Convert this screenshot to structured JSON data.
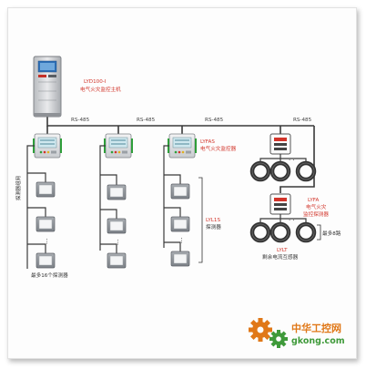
{
  "host": {
    "model": "LYD100-I",
    "name": "电气火灾监控主机"
  },
  "bus_labels": [
    "RS-485",
    "RS-485",
    "RS-485",
    "RS-485"
  ],
  "monitor": {
    "model": "LYFAS",
    "name": "电气火灾监控器"
  },
  "detector_group": {
    "model": "LYL1S",
    "name": "探测器"
  },
  "side_label": "探测器组网",
  "bottom_left_note": "最多16个探测器",
  "combined_detector": {
    "model": "LYFA",
    "line1": "电气火灾",
    "line2": "监控探测器"
  },
  "ct_label": {
    "model": "LYLT",
    "name": "剩余电流互感器"
  },
  "ct_max_note": "最多8路",
  "watermark": {
    "cn": "中华工控网",
    "url": "gkong.com"
  },
  "colors": {
    "bus": "#3a3a3a",
    "accent_red": "#d2342a",
    "green": "#2e9e3a",
    "orange": "#e07818"
  }
}
